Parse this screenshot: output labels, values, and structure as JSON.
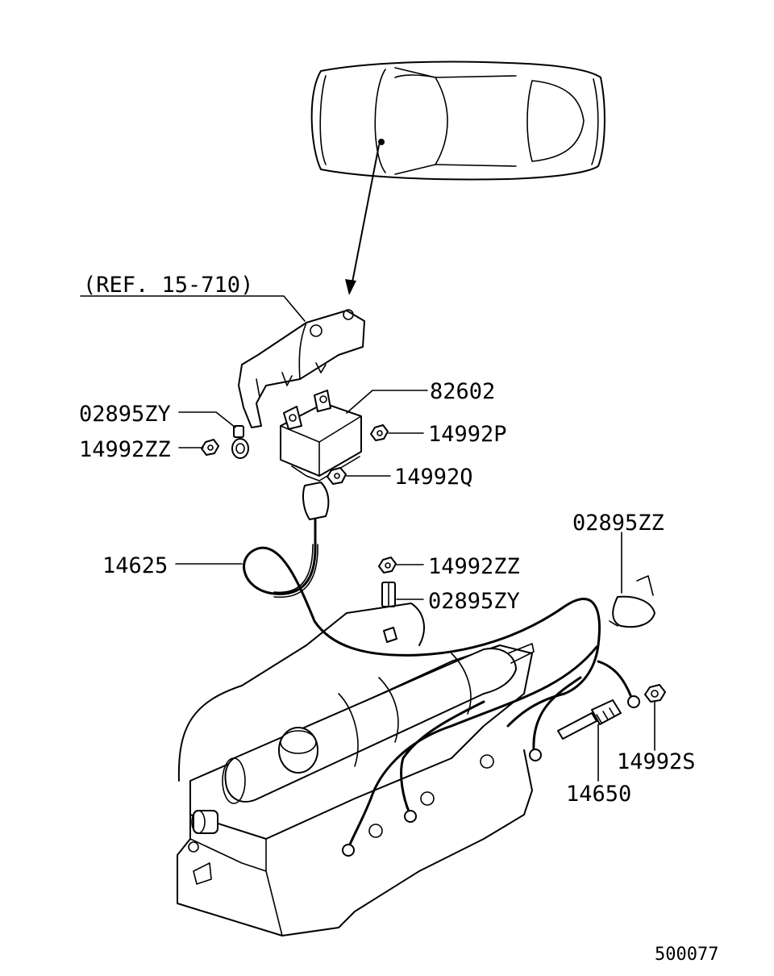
{
  "ref_label": "(REF. 15-710)",
  "parts": {
    "p82602": "82602",
    "p02895ZY_top": "02895ZY",
    "p14992ZZ_top": "14992ZZ",
    "p14992P": "14992P",
    "p14992Q": "14992Q",
    "p14625": "14625",
    "p14992ZZ_mid": "14992ZZ",
    "p02895ZY_mid": "02895ZY",
    "p02895ZZ": "02895ZZ",
    "p14992S": "14992S",
    "p14650": "14650"
  },
  "diagram_id": "500077"
}
